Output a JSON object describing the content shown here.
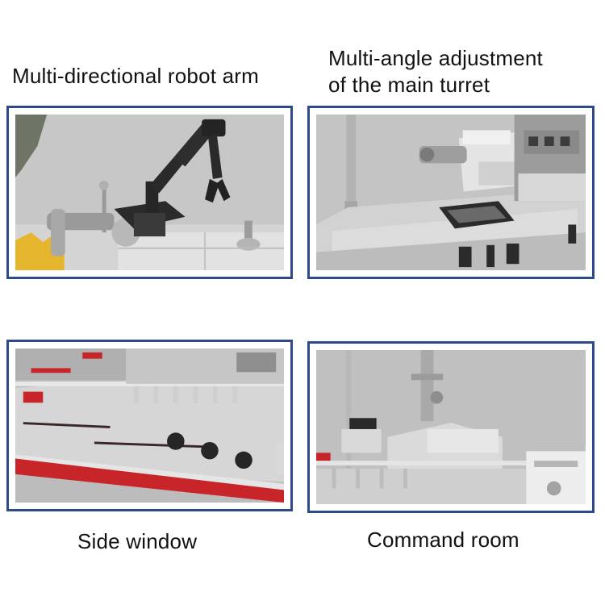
{
  "panels": [
    {
      "caption": "Multi-directional robot arm",
      "subject": "robot-arm"
    },
    {
      "caption_line1": "Multi-angle adjustment",
      "caption_line2": "of the main turret",
      "subject": "main-turret"
    },
    {
      "caption": "Side window",
      "subject": "side-window"
    },
    {
      "caption": "Command room",
      "subject": "command-room"
    }
  ],
  "colors": {
    "frame_border": "#2e4a8c",
    "brick_light": "#d6d6d6",
    "brick_mid": "#a9a9a9",
    "brick_dark": "#2b2b2b",
    "hull_red": "#c8252a",
    "background_grey": "#bdbdbd"
  }
}
